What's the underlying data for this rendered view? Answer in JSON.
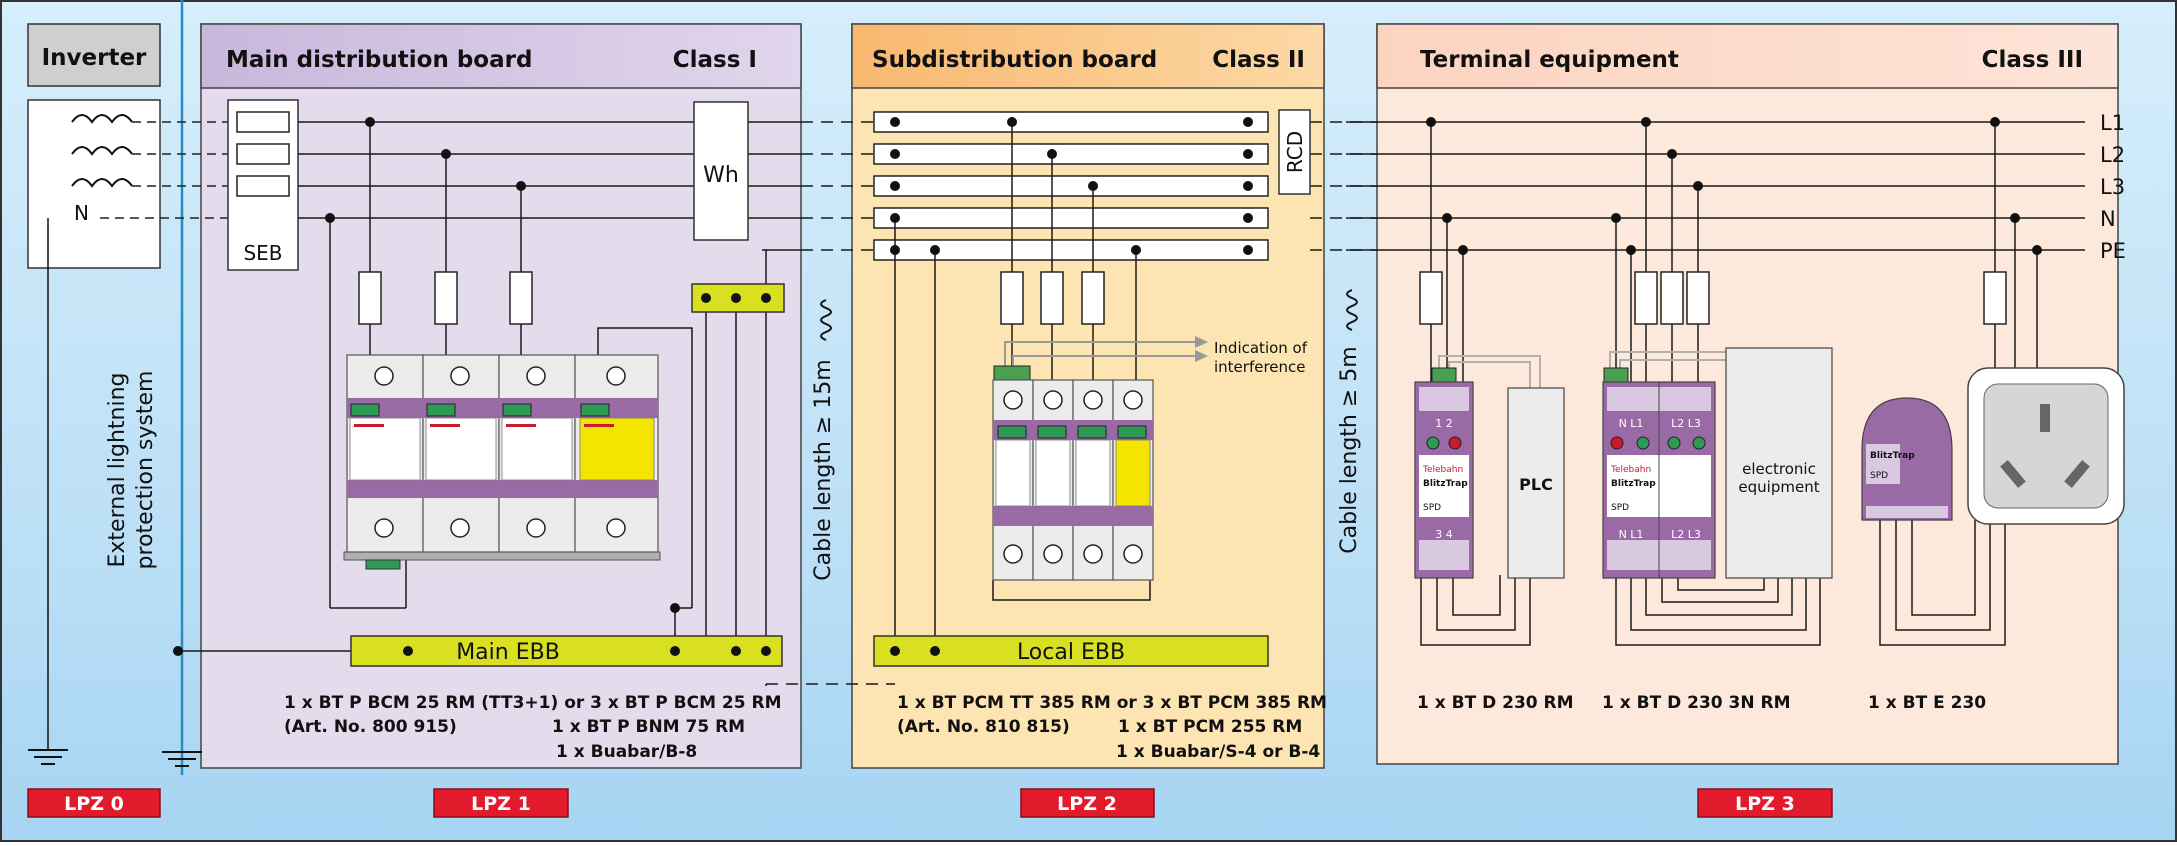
{
  "inverter": {
    "title": "Inverter",
    "n_label": "N"
  },
  "external_lps": {
    "line1": "External lightning",
    "line2": "protection system"
  },
  "main_board": {
    "title": "Main distribution board",
    "class": "Class I",
    "seb": "SEB",
    "meter": "Wh",
    "ebb": "Main EBB",
    "products": {
      "line1": "1 x BT P BCM 25 RM (TT3+1)  or  3 x BT P BCM 25 RM",
      "line2a": "(Art. No. 800 915)",
      "line2b": "1 x BT P BNM 75 RM",
      "line3": "1 x Buabar/B-8"
    }
  },
  "cable1": "Cable length ≥ 15m",
  "sub_board": {
    "title": "Subdistribution board",
    "class": "Class II",
    "rcd": "RCD",
    "ebb": "Local EBB",
    "indication1": "Indication of",
    "indication2": "interference",
    "products": {
      "line1": "1 x BT PCM TT 385 RM  or  3 x BT PCM 385 RM",
      "line2a": "(Art. No. 810 815)",
      "line2b": "1 x BT PCM 255 RM",
      "line3": "1 x Buabar/S-4 or B-4"
    }
  },
  "cable2": "Cable length ≥ 5m",
  "terminal": {
    "title": "Terminal equipment",
    "class": "Class III",
    "plc": "PLC",
    "electronic1": "electronic",
    "electronic2": "equipment",
    "products": {
      "p1": "1 x BT D 230 RM",
      "p2": "1 x BT D 230 3N RM",
      "p3": "1 x BT E 230"
    }
  },
  "lines": [
    "L1",
    "L2",
    "L3",
    "N",
    "PE"
  ],
  "zones": [
    "LPZ 0",
    "LPZ 1",
    "LPZ 2",
    "LPZ 3"
  ],
  "spd": {
    "brand": "Telebahn",
    "model": "BlitzTrap",
    "label": "SPD",
    "terminals_a": "1 2",
    "terminals_b": "3 4",
    "terminals_c": "N L1",
    "terminals_d": "L2 L3"
  },
  "colors": {
    "panel1": "#e2d7ea",
    "panel2": "#fde3b0",
    "panel3": "#fde3d6",
    "ebb": "#d9e021",
    "lpz": "#e21b2c",
    "module_purple": "#9a6aa6"
  }
}
